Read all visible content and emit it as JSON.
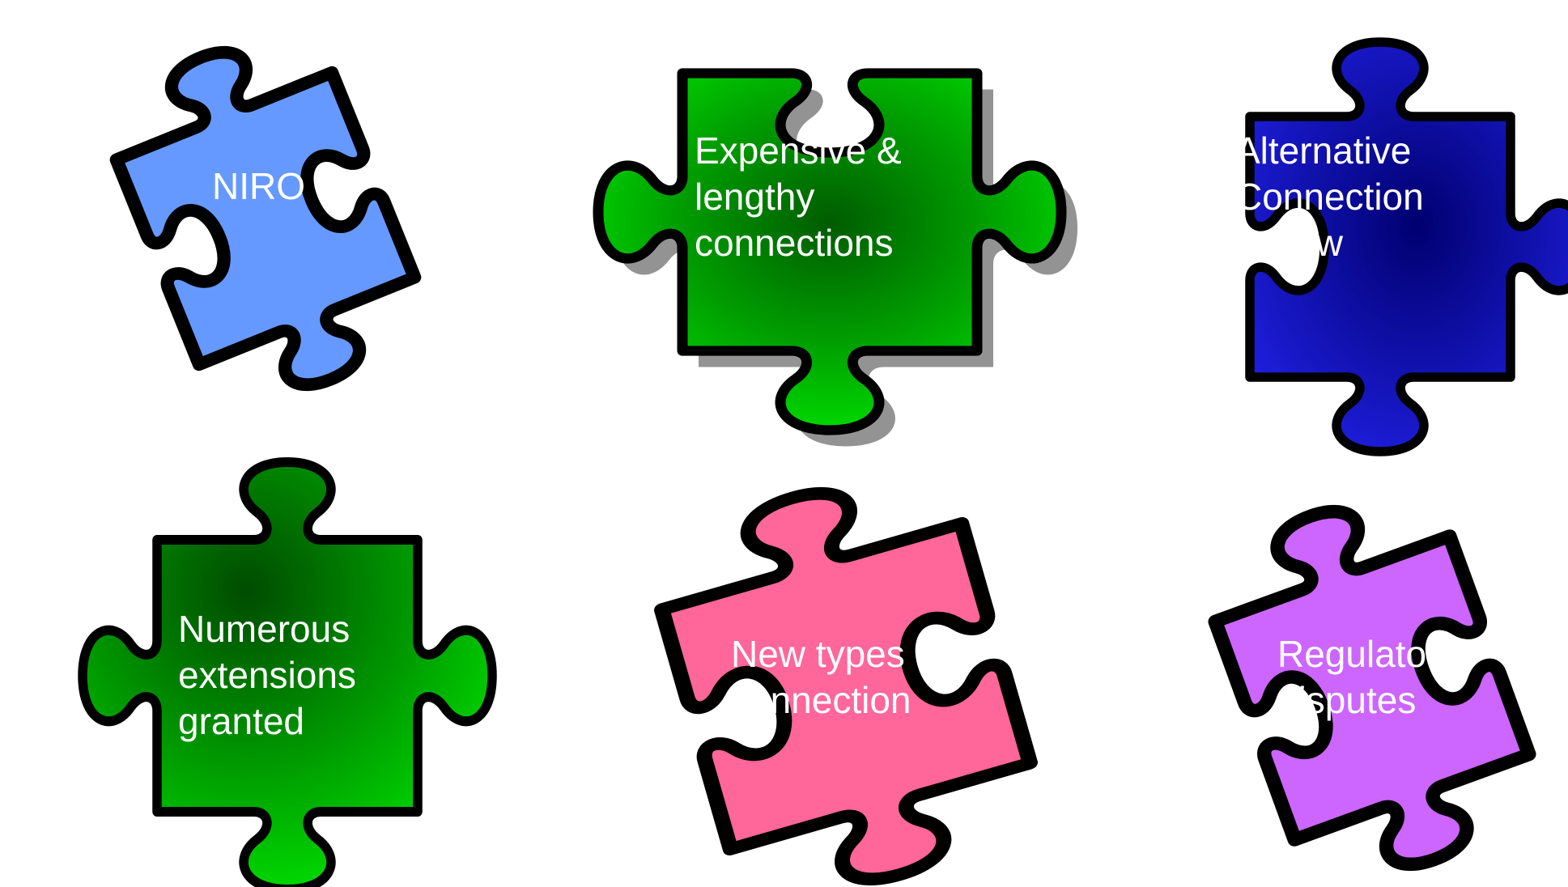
{
  "pieces": [
    {
      "id": "niro",
      "lines": [
        "NIRO"
      ],
      "fill": "#6699FF"
    },
    {
      "id": "expensive",
      "lines": [
        "Expensive &",
        "lengthy",
        "connections"
      ],
      "fill": "#00B800"
    },
    {
      "id": "alternative",
      "lines": [
        "Alternative",
        "Connection",
        "review"
      ],
      "fill": "#0A0AC8"
    },
    {
      "id": "numerous",
      "lines": [
        "Numerous",
        "extensions",
        "granted"
      ],
      "fill": "#00B000"
    },
    {
      "id": "newtypes",
      "lines": [
        "New types of",
        "connection"
      ],
      "fill": "#FF6699"
    },
    {
      "id": "regulatory",
      "lines": [
        "Regulatory",
        "disputes"
      ],
      "fill": "#CC66FF"
    }
  ],
  "colors": {
    "outline": "#000000",
    "shadow": "#808080",
    "text": "#FFFFFF",
    "green_dark": "#005C00",
    "green_light": "#00E000",
    "blue_dark": "#000070",
    "blue_light": "#1E1EDC"
  }
}
